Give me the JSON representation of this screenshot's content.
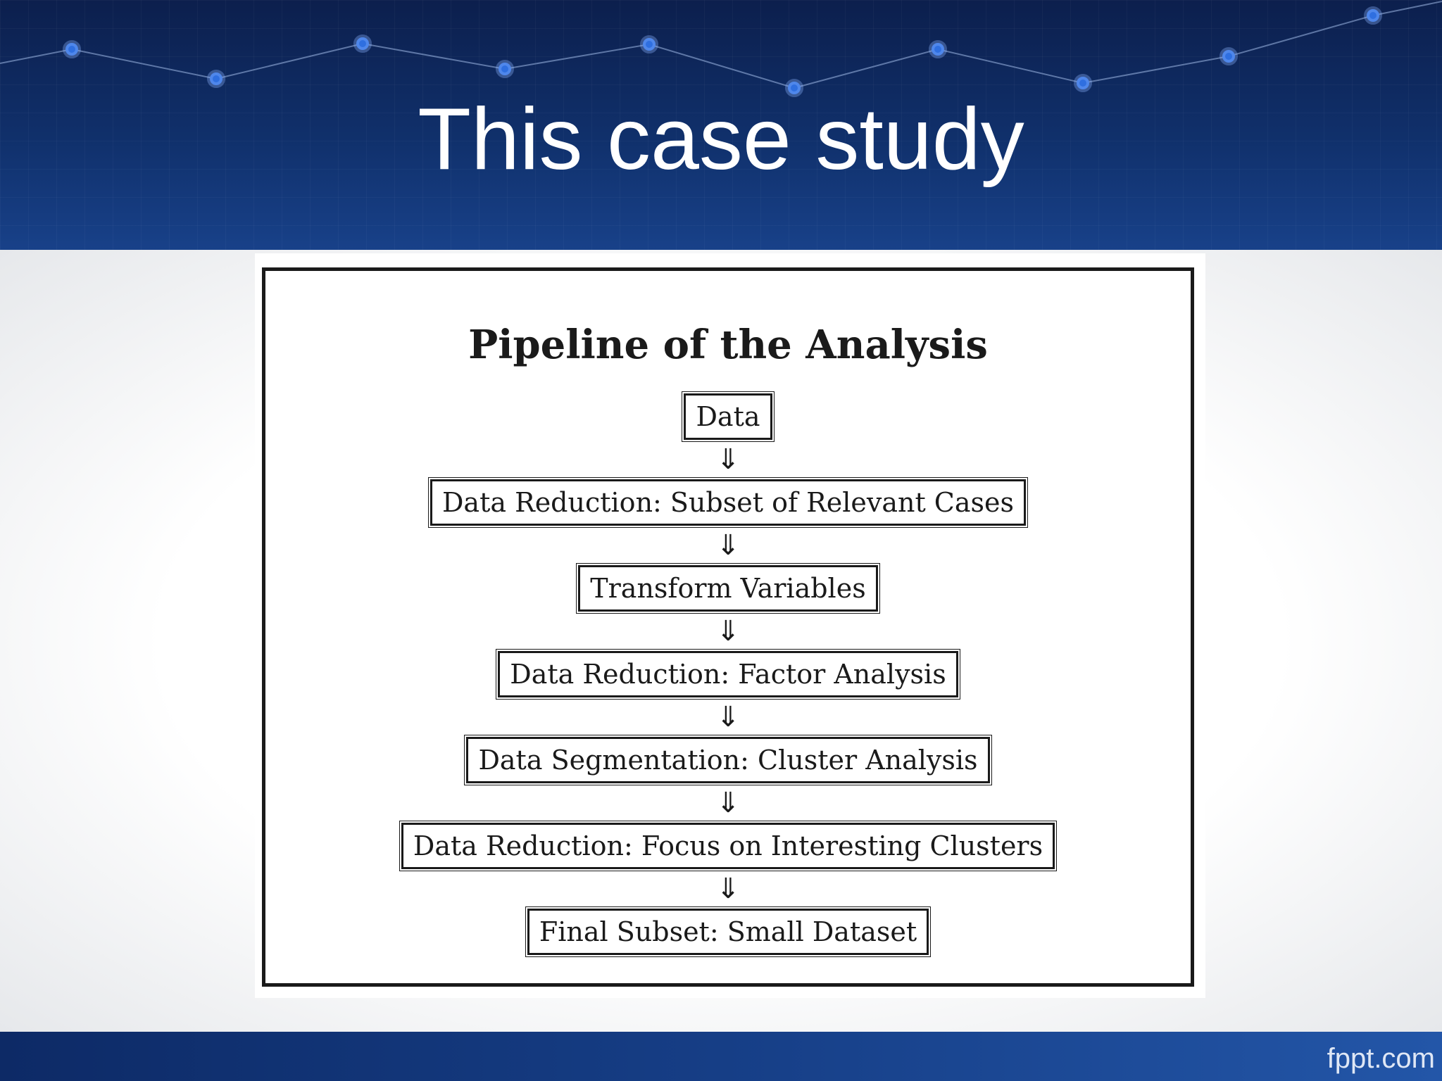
{
  "slide": {
    "title": "This case study",
    "footer_brand": "fppt.com"
  },
  "figure": {
    "title": "Pipeline of the Analysis",
    "steps": [
      "Data",
      "Data Reduction: Subset of Relevant Cases",
      "Transform Variables",
      "Data Reduction: Factor Analysis",
      "Data Segmentation: Cluster Analysis",
      "Data Reduction: Focus on Interesting Clusters",
      "Final Subset: Small Dataset"
    ],
    "arrow_glyph": "⇓"
  },
  "colors": {
    "header_dark": "#0c1f4d",
    "header_mid": "#184189",
    "node_blue": "#2f6fe0",
    "title_text": "#ffffff",
    "diagram_ink": "#1a1a1a"
  },
  "icons": {
    "header_decoration": "connected-dots-line"
  }
}
